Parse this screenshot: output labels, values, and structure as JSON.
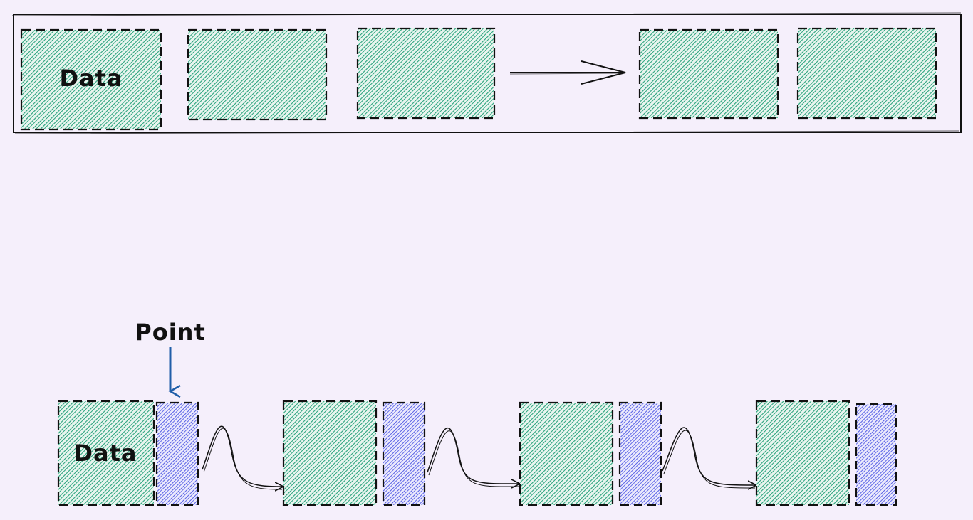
{
  "diagram": {
    "top_section": {
      "data_label": "Data"
    },
    "bottom_section": {
      "data_label": "Data",
      "pointer_label": "Point"
    }
  },
  "colors": {
    "background": "#f5effb",
    "data_hatch": "#2aa37d",
    "pointer_hatch": "#5660e6",
    "pointer_arrow": "#1f5ea8",
    "stroke": "#111111"
  }
}
